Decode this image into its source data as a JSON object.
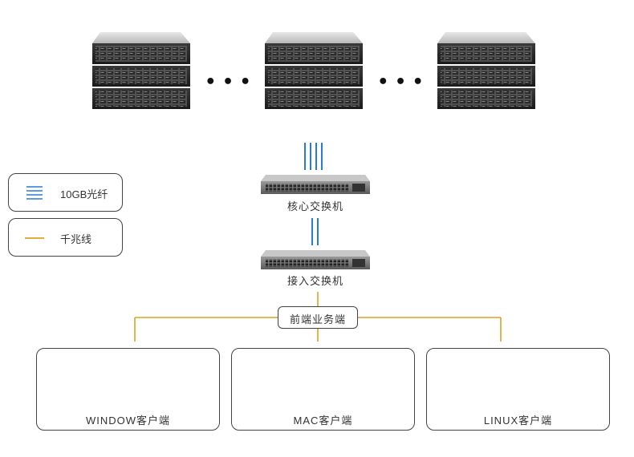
{
  "legend": {
    "fiber_label": "10GB光纤",
    "gigabit_label": "千兆线",
    "fiber_color": "#2a7cd3",
    "gigabit_color": "#e0a020"
  },
  "servers": {
    "ellipsis_1": "• • •",
    "ellipsis_2": "• • •"
  },
  "core_switch": {
    "label": "核心交换机"
  },
  "access_switch": {
    "label": "接入交换机"
  },
  "frontend": {
    "label": "前端业务端"
  },
  "clients": [
    {
      "label": "WINDOW客户端"
    },
    {
      "label": "MAC客户端"
    },
    {
      "label": "LINUX客户端"
    }
  ]
}
